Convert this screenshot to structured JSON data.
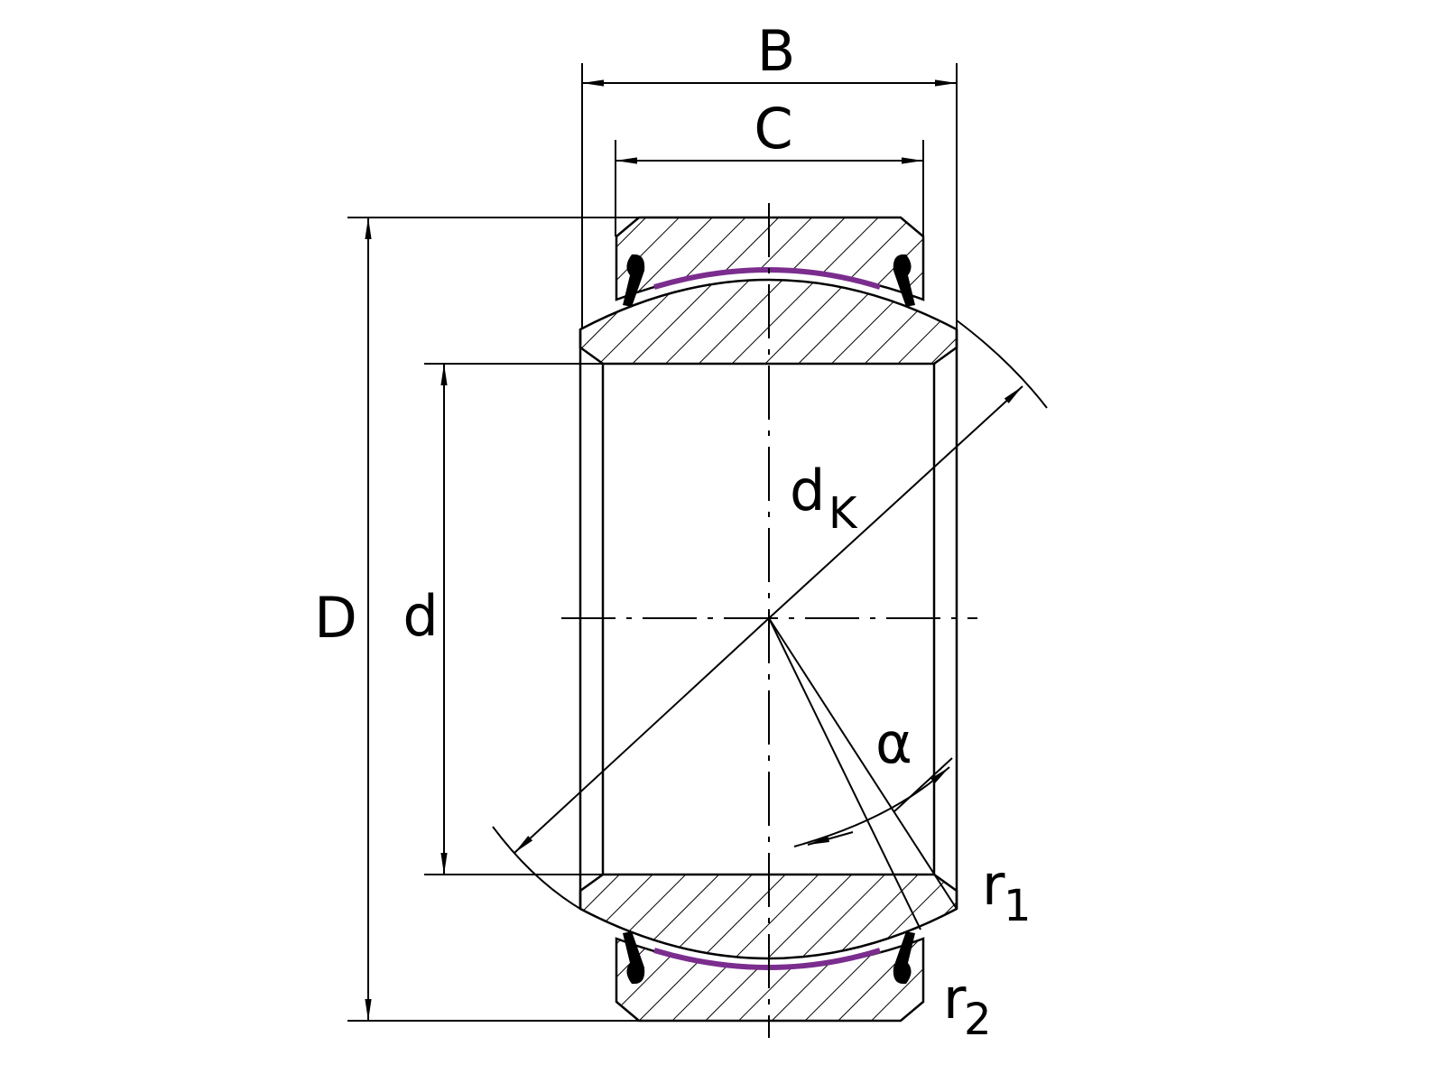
{
  "labels": {
    "B": "B",
    "C": "C",
    "D": "D",
    "d": "d",
    "dk_main": "d",
    "dk_sub": "K",
    "alpha": "α",
    "r1_main": "r",
    "r1_sub": "1",
    "r2_main": "r",
    "r2_sub": "2"
  },
  "colors": {
    "line": "#000000",
    "sliding_layer": "#7b2d8e"
  }
}
